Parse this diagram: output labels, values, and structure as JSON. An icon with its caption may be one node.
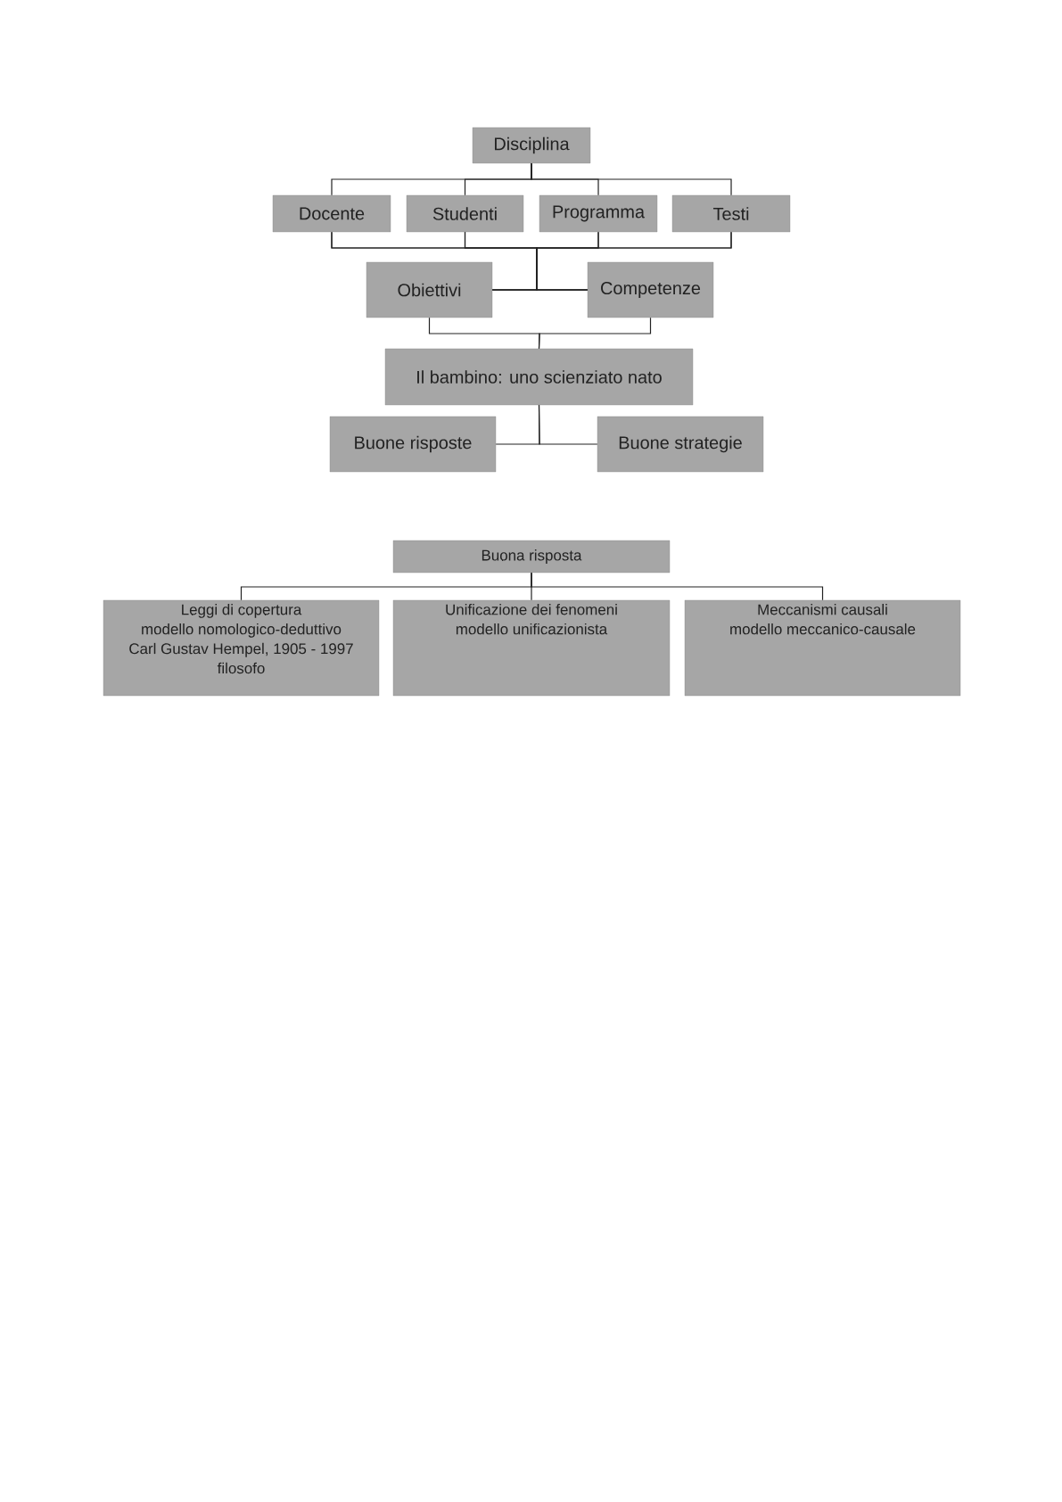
{
  "diagram": {
    "nodes": [
      {
        "text": [
          "Disciplina"
        ]
      },
      {
        "text": [
          "Docente"
        ]
      },
      {
        "text": [
          "Studenti"
        ]
      },
      {
        "text": [
          "Programma"
        ]
      },
      {
        "text": [
          "Testi"
        ]
      },
      {
        "text": [
          "Obiettivi"
        ]
      },
      {
        "text": [
          "Competenze"
        ]
      },
      {
        "text": [
          "Il bambino: uno scienziato nato"
        ]
      },
      {
        "text": [
          "Buone risposte"
        ]
      },
      {
        "text": [
          "Buone strategie"
        ]
      },
      {
        "text": [
          "Buona risposta"
        ]
      },
      {
        "text": [
          "Leggi di copertura",
          "modello nomologico-deduttivo",
          "Carl Gustav Hempel, 1905 - 1997",
          "filosofo"
        ]
      },
      {
        "text": [
          "Unificazione dei fenomeni",
          "modello unificazionista"
        ]
      },
      {
        "text": [
          "Meccanismi causali",
          "modello meccanico-causale"
        ]
      }
    ],
    "edges": [
      {
        "from": 0,
        "to": 1,
        "arrow": "none"
      },
      {
        "from": 0,
        "to": 2,
        "arrow": "none"
      },
      {
        "from": 0,
        "to": 3,
        "arrow": "none"
      },
      {
        "from": 0,
        "to": 4,
        "arrow": "none"
      },
      {
        "from": 1,
        "to": 5,
        "arrow": "none"
      },
      {
        "from": 2,
        "to": 5,
        "arrow": "none"
      },
      {
        "from": 3,
        "to": 5,
        "arrow": "none"
      },
      {
        "from": 4,
        "to": 5,
        "arrow": "none"
      },
      {
        "from": 1,
        "to": 6,
        "arrow": "none"
      },
      {
        "from": 2,
        "to": 6,
        "arrow": "none"
      },
      {
        "from": 3,
        "to": 6,
        "arrow": "none"
      },
      {
        "from": 4,
        "to": 6,
        "arrow": "none"
      },
      {
        "from": 5,
        "to": 7,
        "arrow": "none"
      },
      {
        "from": 6,
        "to": 7,
        "arrow": "none"
      },
      {
        "from": 7,
        "to": 8,
        "arrow": "none"
      },
      {
        "from": 7,
        "to": 9,
        "arrow": "none"
      },
      {
        "from": 10,
        "to": 11,
        "arrow": "none"
      },
      {
        "from": 10,
        "to": 12,
        "arrow": "none"
      },
      {
        "from": 10,
        "to": 13,
        "arrow": "none"
      }
    ]
  }
}
